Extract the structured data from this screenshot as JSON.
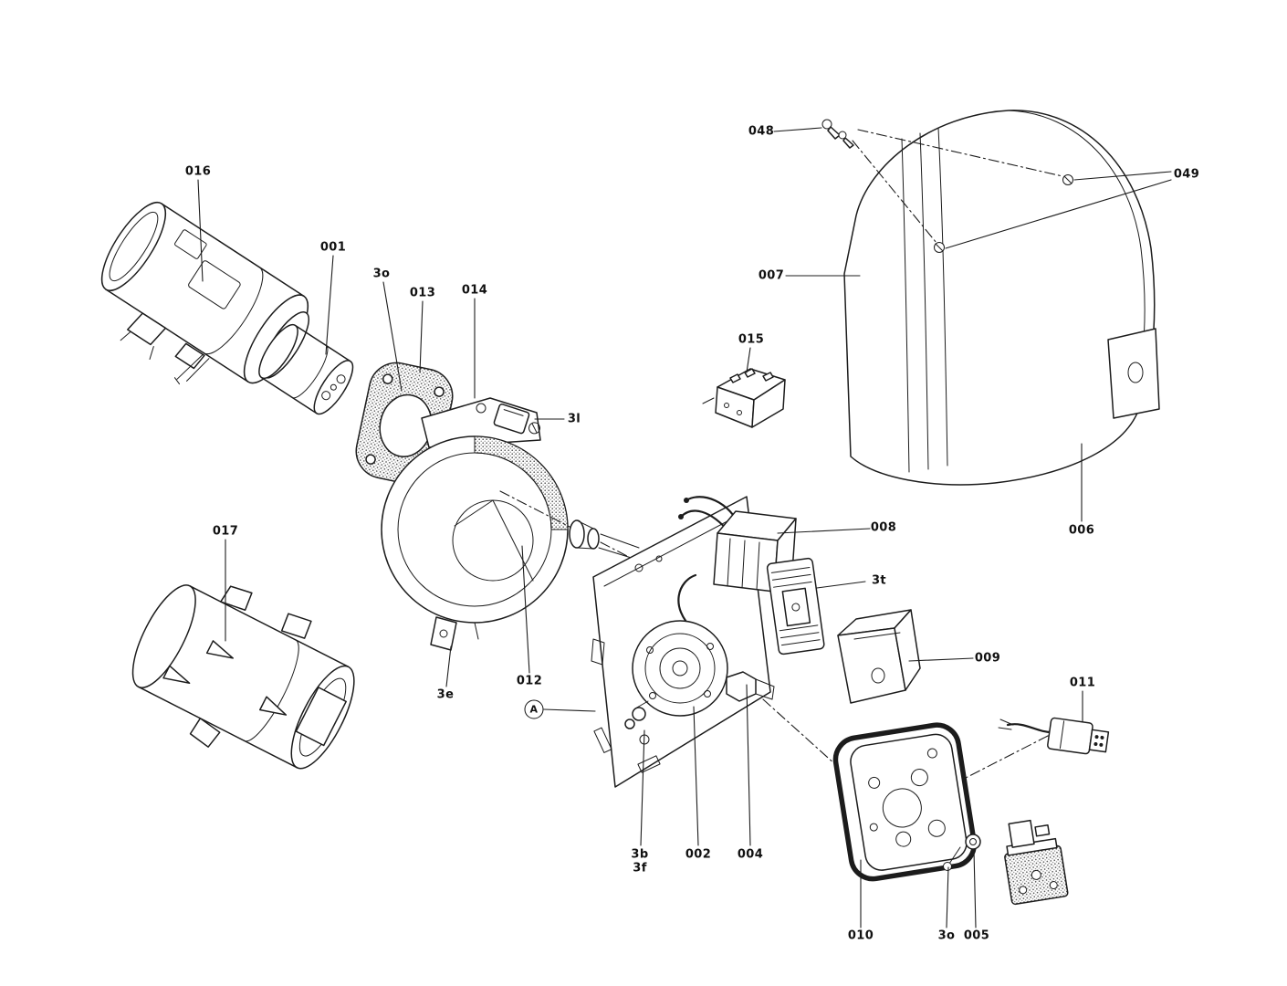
{
  "diagram": {
    "kind": "exploded-parts-diagram",
    "colors": {
      "line": "#1c1c1c",
      "background": "#ffffff"
    }
  },
  "labels": {
    "p016": "016",
    "p001": "001",
    "p3o_a": "3o",
    "p013": "013",
    "p014": "014",
    "p3l": "3l",
    "p048": "048",
    "p049": "049",
    "p007": "007",
    "p015": "015",
    "p008": "008",
    "p3t": "3t",
    "p006": "006",
    "p009": "009",
    "p017": "017",
    "p012": "012",
    "p3e": "3e",
    "pA": "A",
    "p011": "011",
    "p3b": "3b",
    "p3f": "3f",
    "p002": "002",
    "p004": "004",
    "p010": "010",
    "p3o_b": "3o",
    "p005": "005"
  }
}
